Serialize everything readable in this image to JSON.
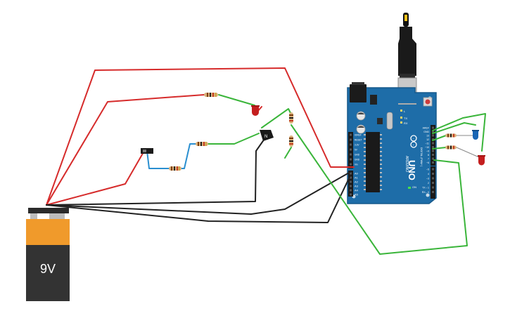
{
  "battery": {
    "label": "9V"
  },
  "arduino": {
    "brand": "UNO",
    "model_text": "ARDUINO",
    "on_label": "ON",
    "tx_label": "TX",
    "rx_label": "RX",
    "l_label": "L",
    "digital_label": "DIGITAL (PWM~)",
    "analog_in_label": "ANALOG IN",
    "power_label": "POWER",
    "power_pins": [
      "IOREF",
      "RESET",
      "3.3V",
      "5V",
      "GND",
      "GND",
      "Vin"
    ],
    "analog_pins": [
      "A0",
      "A1",
      "A2",
      "A3",
      "A4",
      "A5"
    ],
    "digital_pins": [
      "AREF",
      "GND",
      "13",
      "12",
      "~11",
      "~10",
      "~9",
      "8",
      "7",
      "~6",
      "~5",
      "4",
      "~3",
      "2",
      "TX→1",
      "RX←0"
    ]
  },
  "components": {
    "transistor_label": "N"
  },
  "colors": {
    "wire_red": "#d62b2b",
    "wire_black": "#222222",
    "wire_green": "#3ab53a",
    "wire_blue": "#2a8fd0",
    "board": "#1e6da8",
    "led_red": "#c41e1e",
    "led_blue": "#1a66b5",
    "battery_orange": "#f09a2b",
    "battery_body": "#333333"
  }
}
